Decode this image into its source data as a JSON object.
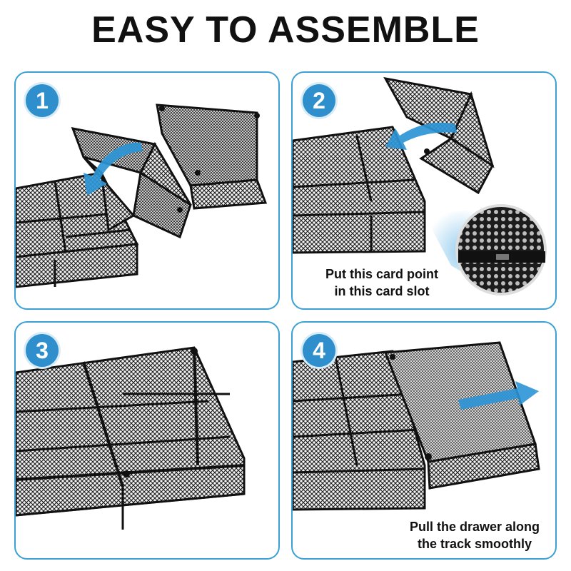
{
  "title": "EASY TO ASSEMBLE",
  "colors": {
    "accent": "#2f8fcd",
    "panel_border": "#3aa0d6",
    "mesh": "#1a1a1a",
    "arrow": "#2b95d6"
  },
  "steps": [
    {
      "number": "1",
      "caption_lines": []
    },
    {
      "number": "2",
      "caption_lines": [
        "Put this card point",
        "in this card slot"
      ]
    },
    {
      "number": "3",
      "caption_lines": []
    },
    {
      "number": "4",
      "caption_lines": [
        "Pull the drawer along",
        "the track smoothly"
      ]
    }
  ]
}
